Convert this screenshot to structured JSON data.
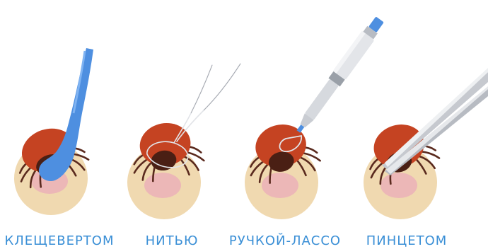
{
  "methods": [
    {
      "label": "КЛЕЩЕВЕРТОМ",
      "tool": "tick-twister"
    },
    {
      "label": "НИТЬЮ",
      "tool": "thread"
    },
    {
      "label": "РУЧКОЙ-ЛАССО",
      "tool": "lasso-pen"
    },
    {
      "label": "ПИНЦЕТОМ",
      "tool": "tweezers"
    }
  ],
  "colors": {
    "skin": "#f0d9b0",
    "bite": "#ecb7b7",
    "tick_body": "#c54322",
    "tick_head": "#4a1f14",
    "tick_legs": "#5a2a1e",
    "tool_blue": "#4e8fe0",
    "metal": "#d6d9de",
    "label": "#3a8fd6"
  }
}
